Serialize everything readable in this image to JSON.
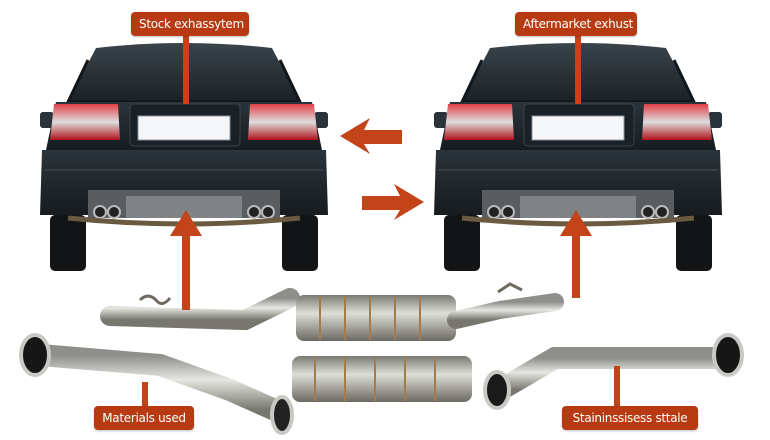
{
  "labels": {
    "stock": "Stock exhassytem",
    "aftermarket": "Aftermarket exhust",
    "materials": "Materials used",
    "stainless": "Staininssisess sttale"
  },
  "colors": {
    "accent": "#c4441a",
    "label_bg": "#b83a12",
    "car_body": "#1f272d",
    "taillight": "#c0202a",
    "pipe": "#b8b8b4"
  },
  "arrows": [
    {
      "name": "arrow-left",
      "direction": "left"
    },
    {
      "name": "arrow-right",
      "direction": "right"
    }
  ],
  "cars": [
    {
      "name": "stock-car",
      "side": "left"
    },
    {
      "name": "aftermarket-car",
      "side": "right"
    }
  ]
}
